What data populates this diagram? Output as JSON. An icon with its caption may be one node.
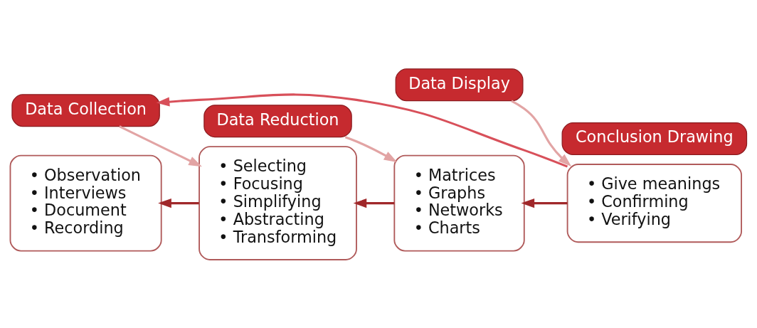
{
  "diagram": {
    "nodes": [
      {
        "text": [
          "• Observation",
          "• Interviews",
          "• Document",
          "• Recording"
        ]
      },
      {
        "text": [
          "Data Collection"
        ]
      },
      {
        "text": [
          "• Selecting",
          "• Focusing",
          "• Simplifying",
          "• Abstracting",
          "• Transforming"
        ]
      },
      {
        "text": [
          "Data Reduction"
        ]
      },
      {
        "text": [
          "• Matrices",
          "• Graphs",
          "• Networks",
          "• Charts"
        ]
      },
      {
        "text": [
          "Data Display"
        ]
      },
      {
        "text": [
          "• Give meanings",
          "• Confirming",
          "• Verifying"
        ]
      },
      {
        "text": [
          "Conclusion Drawing"
        ]
      }
    ],
    "edges": [
      {
        "from": 2,
        "to": 0,
        "arrow": "to"
      },
      {
        "from": 4,
        "to": 2,
        "arrow": "to"
      },
      {
        "from": 6,
        "to": 4,
        "arrow": "to"
      },
      {
        "from": 1,
        "to": 2,
        "arrow": "to",
        "color": "#e2a4a4"
      },
      {
        "from": 3,
        "to": 4,
        "arrow": "to",
        "color": "#e2a4a4"
      },
      {
        "from": 5,
        "to": 6,
        "arrow": "to",
        "color": "#e2a4a4"
      },
      {
        "from": 6,
        "to": 1,
        "arrow": "to",
        "color": "#d8505a"
      }
    ]
  }
}
